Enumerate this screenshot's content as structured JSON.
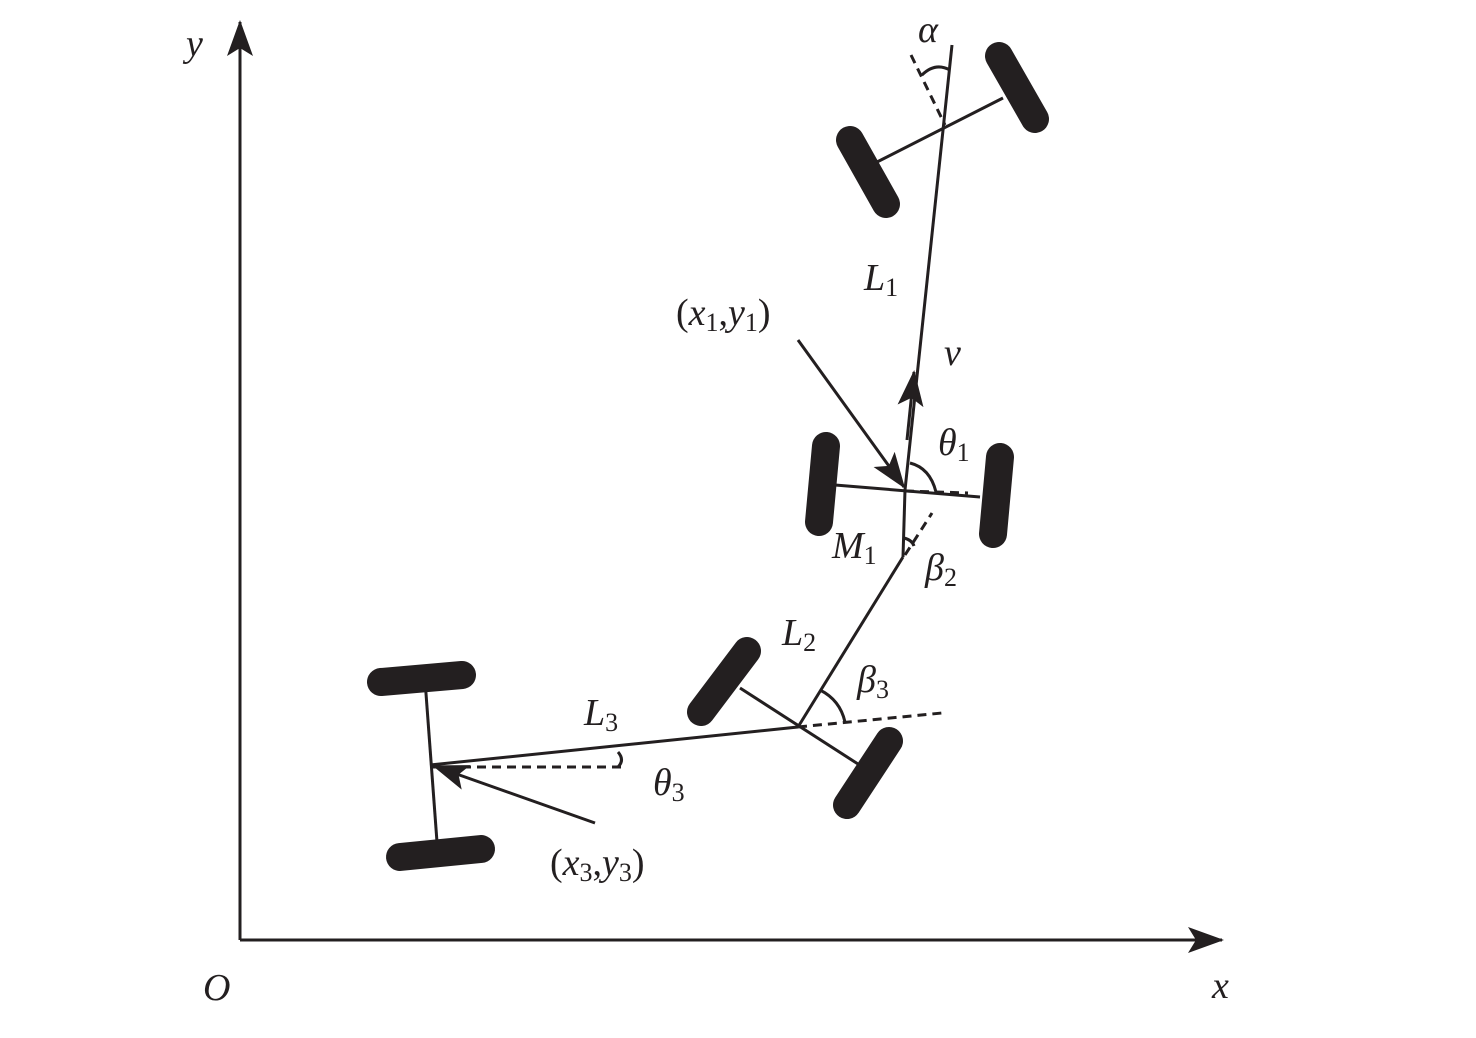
{
  "axes": {
    "x_label": "x",
    "y_label": "y",
    "origin_label": "O"
  },
  "labels": {
    "alpha": "α",
    "L1": {
      "main": "L",
      "sub": "1"
    },
    "L2": {
      "main": "L",
      "sub": "2"
    },
    "L3": {
      "main": "L",
      "sub": "3"
    },
    "v": "v",
    "theta1": {
      "main": "θ",
      "sub": "1"
    },
    "theta3": {
      "main": "θ",
      "sub": "3"
    },
    "M1": {
      "main": "M",
      "sub": "1"
    },
    "beta2": {
      "main": "β",
      "sub": "2"
    },
    "beta3": {
      "main": "β",
      "sub": "3"
    },
    "p1": {
      "open": "(",
      "x": "x",
      "xs": "1",
      "comma": ",",
      "y": "y",
      "ys": "1",
      "close": ")"
    },
    "p3": {
      "open": "(",
      "x": "x",
      "xs": "3",
      "comma": ",",
      "y": "y",
      "ys": "3",
      "close": ")"
    }
  },
  "colors": {
    "ink": "#231f20"
  }
}
